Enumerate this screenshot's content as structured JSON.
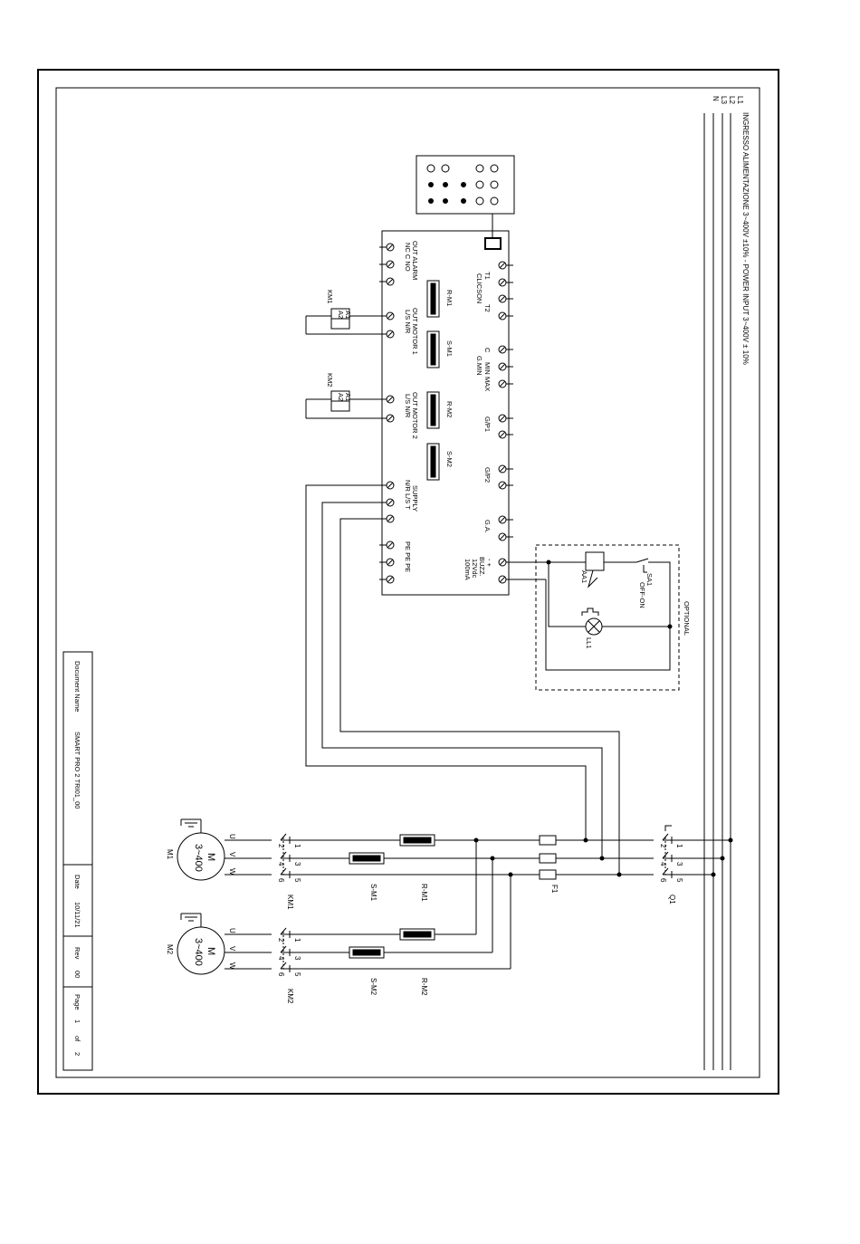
{
  "supply": {
    "phases": [
      "L1",
      "L2",
      "L3",
      "N"
    ],
    "title": "INGRESSO ALIMENTAZIONE 3~400V ±10%  -  POWER INPUT 3~400V ± 10%"
  },
  "controller": {
    "terminals": {
      "t1": "T1",
      "t2": "T2",
      "clicson": "CLICSON",
      "c": "C",
      "min": "MIN",
      "max": "MAX",
      "gmin": "G.MIN",
      "gp1": "G/P1",
      "gp2": "G/P2",
      "ga": "G.A.",
      "buzz_sign": "-      +",
      "buzz": "BUZZ.",
      "buzz_v": "12Vdc",
      "buzz_ma": "100mA"
    },
    "outputs": {
      "alarm": "OUT ALARM",
      "alarm_pins": "NC  C   NO",
      "motor1": "OUT MOTOR 1",
      "motor2": "OUT MOTOR 2",
      "motor_pins": "L/S  N/R",
      "supply": "SUPPLY",
      "supply_pins": "N/R L/S   T",
      "pe": "PE  PE  PE"
    },
    "indicators": [
      "R-M1",
      "S-M1",
      "R-M2",
      "S-M2"
    ]
  },
  "coils": {
    "km1": "KM1",
    "km2": "KM2",
    "a1": "A1",
    "a2": "A2"
  },
  "optional": {
    "label": "OPTIONAL",
    "aa1": "AA1",
    "sa1": "SA1",
    "off_on": "OFF-ON",
    "ll1": "LL1"
  },
  "power": {
    "m1": "M1",
    "m2": "M2",
    "m": "M",
    "rating": "3~400",
    "u": "U",
    "v": "V",
    "w": "W",
    "km1": "KM1",
    "km2": "KM2",
    "q1": "Q1",
    "f1": "F1",
    "s_m1": "S-M1",
    "r_m1": "R-M1",
    "s_m2": "S-M2",
    "r_m2": "R-M2",
    "pins_top": [
      "1",
      "3",
      "5"
    ],
    "pins_bottom": [
      "2",
      "4",
      "6"
    ]
  },
  "title_block": {
    "doc_label": "Document Name",
    "doc_name": "SMART PRO 2 TRI01_00",
    "date_label": "Date",
    "date": "10/11/21",
    "rev_label": "Rev",
    "rev": "00",
    "page_label": "Page",
    "page": "1",
    "of": "of",
    "total": "2"
  },
  "colors": {
    "ink": "#000000",
    "paper": "#ffffff"
  }
}
